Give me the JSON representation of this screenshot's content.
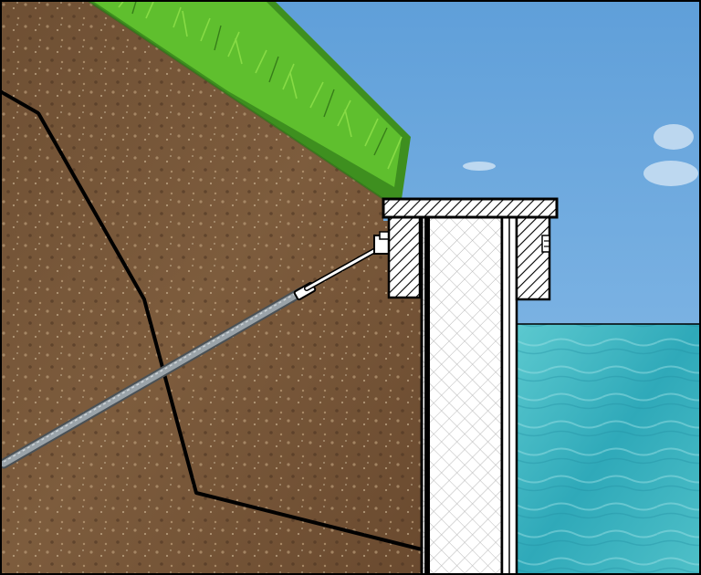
{
  "diagram": {
    "type": "cross-section",
    "components": [
      {
        "name": "soil",
        "color": "#7a5a3c"
      },
      {
        "name": "grass",
        "color": "#4fa82a"
      },
      {
        "name": "sky",
        "color": "#7fb2e0"
      },
      {
        "name": "water",
        "color": "#3fb7c2"
      },
      {
        "name": "concrete-wall"
      },
      {
        "name": "coping-cap"
      },
      {
        "name": "wood-beam"
      },
      {
        "name": "tie-rod"
      },
      {
        "name": "ground-anchor-rod"
      },
      {
        "name": "excavation-outline"
      }
    ],
    "colors": {
      "outline": "#000000",
      "hatch_fill": "#ffffff",
      "rod": "#8e969c"
    }
  }
}
